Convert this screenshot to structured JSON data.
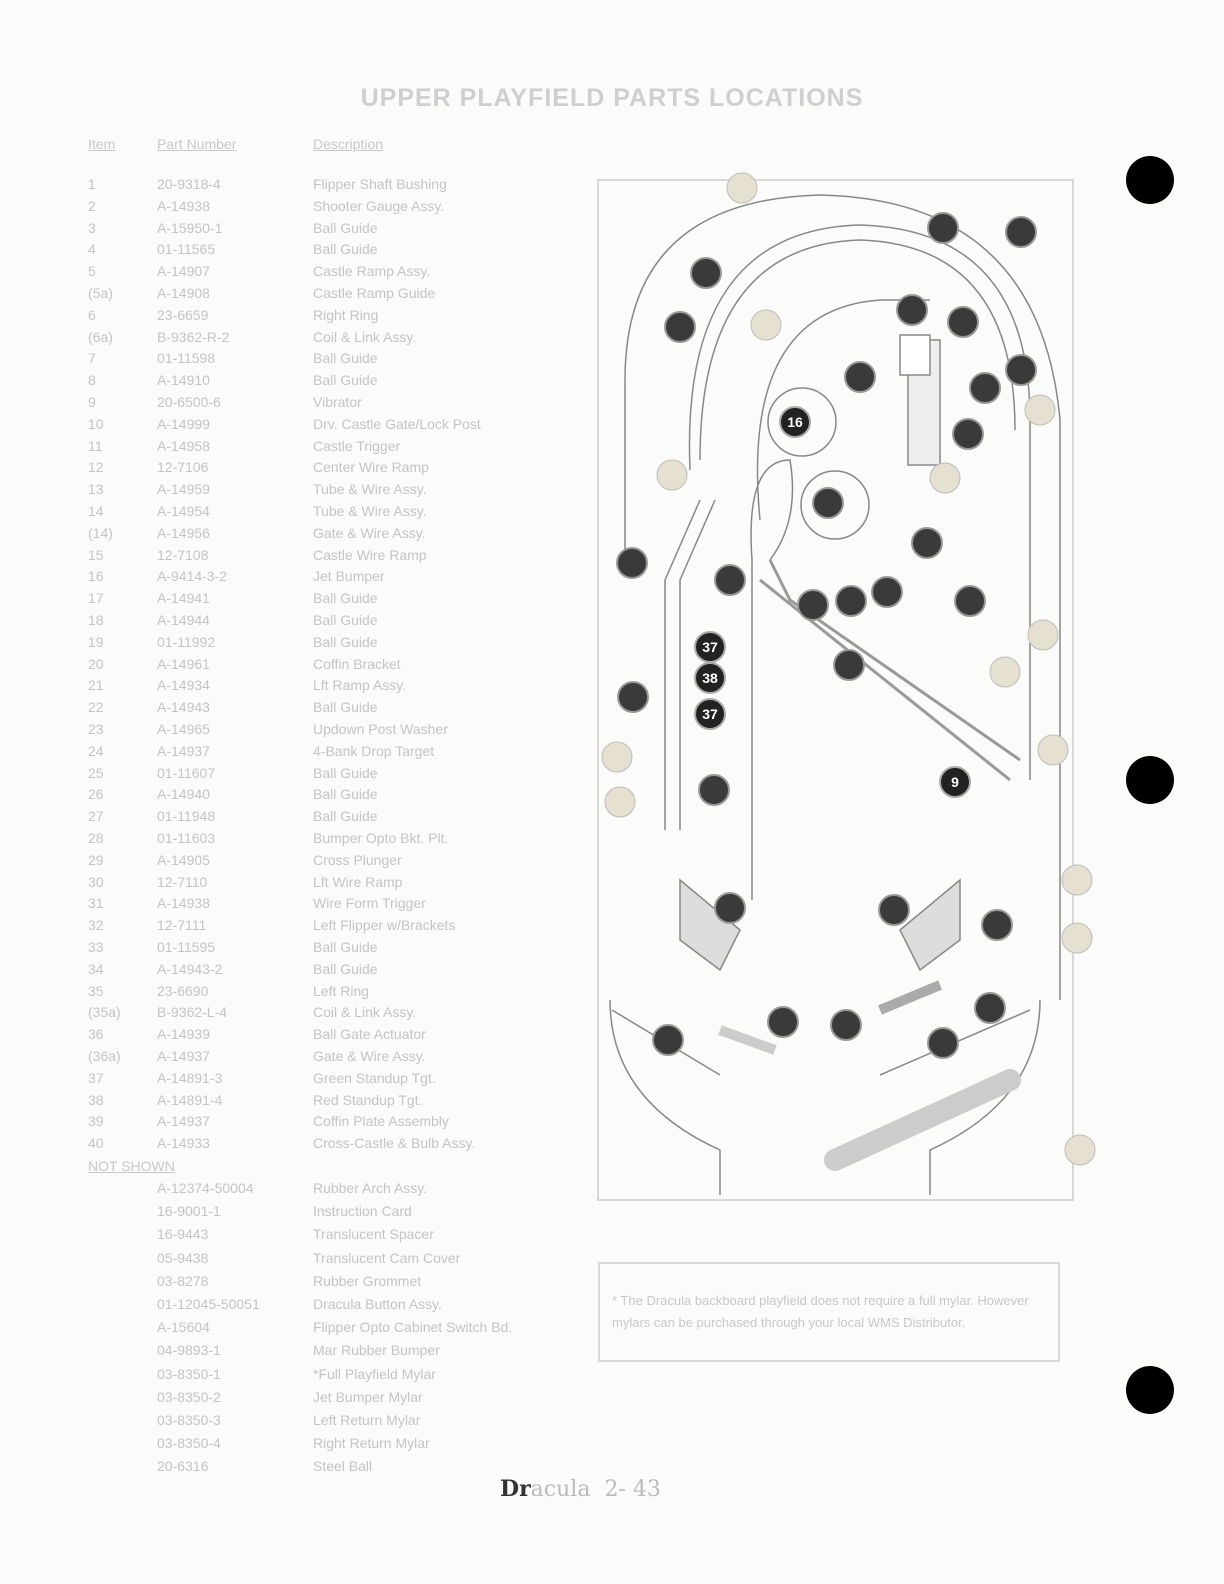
{
  "title": "UPPER PLAYFIELD PARTS LOCATIONS",
  "table": {
    "headers": {
      "item": "Item",
      "part": "Part Number",
      "desc": "Description"
    },
    "rows": [
      {
        "item": "1",
        "part": "20-9318-4",
        "desc": "Flipper Shaft Bushing"
      },
      {
        "item": "2",
        "part": "A-14938",
        "desc": "Shooter Gauge Assy."
      },
      {
        "item": "3",
        "part": "A-15950-1",
        "desc": "Ball Guide"
      },
      {
        "item": "4",
        "part": "01-11565",
        "desc": "Ball Guide"
      },
      {
        "item": "5",
        "part": "A-14907",
        "desc": "Castle Ramp Assy."
      },
      {
        "item": "(5a)",
        "part": "A-14908",
        "desc": "Castle Ramp Guide"
      },
      {
        "item": "6",
        "part": "23-6659",
        "desc": "Right Ring"
      },
      {
        "item": "(6a)",
        "part": "B-9362-R-2",
        "desc": "Coil & Link Assy."
      },
      {
        "item": "7",
        "part": "01-11598",
        "desc": "Ball Guide"
      },
      {
        "item": "8",
        "part": "A-14910",
        "desc": "Ball Guide"
      },
      {
        "item": "9",
        "part": "20-6500-6",
        "desc": "Vibrator"
      },
      {
        "item": "10",
        "part": "A-14999",
        "desc": "Drv. Castle Gate/Lock Post"
      },
      {
        "item": "11",
        "part": "A-14958",
        "desc": "Castle Trigger"
      },
      {
        "item": "12",
        "part": "12-7106",
        "desc": "Center Wire Ramp"
      },
      {
        "item": "13",
        "part": "A-14959",
        "desc": "Tube & Wire Assy."
      },
      {
        "item": "14",
        "part": "A-14954",
        "desc": "Tube & Wire Assy."
      },
      {
        "item": "(14)",
        "part": "A-14956",
        "desc": "Gate & Wire Assy."
      },
      {
        "item": "15",
        "part": "12-7108",
        "desc": "Castle Wire Ramp"
      },
      {
        "item": "16",
        "part": "A-9414-3-2",
        "desc": "Jet Bumper"
      },
      {
        "item": "17",
        "part": "A-14941",
        "desc": "Ball Guide"
      },
      {
        "item": "18",
        "part": "A-14944",
        "desc": "Ball Guide"
      },
      {
        "item": "19",
        "part": "01-11992",
        "desc": "Ball Guide"
      },
      {
        "item": "20",
        "part": "A-14961",
        "desc": "Coffin Bracket"
      },
      {
        "item": "21",
        "part": "A-14934",
        "desc": "Lft Ramp Assy."
      },
      {
        "item": "22",
        "part": "A-14943",
        "desc": "Ball Guide"
      },
      {
        "item": "23",
        "part": "A-14965",
        "desc": "Updown Post Washer"
      },
      {
        "item": "24",
        "part": "A-14937",
        "desc": "4-Bank Drop Target"
      },
      {
        "item": "25",
        "part": "01-11607",
        "desc": "Ball Guide"
      },
      {
        "item": "26",
        "part": "A-14940",
        "desc": "Ball Guide"
      },
      {
        "item": "27",
        "part": "01-11948",
        "desc": "Ball Guide"
      },
      {
        "item": "28",
        "part": "01-11603",
        "desc": "Bumper Opto Bkt. Plt."
      },
      {
        "item": "29",
        "part": "A-14905",
        "desc": "Cross Plunger"
      },
      {
        "item": "30",
        "part": "12-7110",
        "desc": "Lft Wire Ramp"
      },
      {
        "item": "31",
        "part": "A-14938",
        "desc": "Wire Form Trigger"
      },
      {
        "item": "32",
        "part": "12-7111",
        "desc": "Left Flipper w/Brackets"
      },
      {
        "item": "33",
        "part": "01-11595",
        "desc": "Ball Guide"
      },
      {
        "item": "34",
        "part": "A-14943-2",
        "desc": "Ball Guide"
      },
      {
        "item": "35",
        "part": "23-6690",
        "desc": "Left Ring"
      },
      {
        "item": "(35a)",
        "part": "B-9362-L-4",
        "desc": "Coil & Link Assy."
      },
      {
        "item": "36",
        "part": "A-14939",
        "desc": "Ball Gate Actuator"
      },
      {
        "item": "(36a)",
        "part": "A-14937",
        "desc": "Gate & Wire Assy."
      },
      {
        "item": "37",
        "part": "A-14891-3",
        "desc": "Green Standup Tgt."
      },
      {
        "item": "38",
        "part": "A-14891-4",
        "desc": "Red Standup Tgt."
      },
      {
        "item": "39",
        "part": "A-14937",
        "desc": "Coffin Plate Assembly"
      },
      {
        "item": "40",
        "part": "A-14933",
        "desc": "Cross-Castle & Bulb Assy."
      }
    ]
  },
  "not_shown": {
    "heading": "NOT SHOWN",
    "rows": [
      {
        "part": "A-12374-50004",
        "desc": "Rubber Arch Assy."
      },
      {
        "part": "16-9001-1",
        "desc": "Instruction Card"
      },
      {
        "part": "16-9443",
        "desc": "Translucent Spacer"
      },
      {
        "part": "05-9438",
        "desc": "Translucent Cam Cover"
      },
      {
        "part": "03-8278",
        "desc": "Rubber Grommet"
      },
      {
        "part": "01-12045-50051",
        "desc": "Dracula Button Assy."
      },
      {
        "part": "A-15604",
        "desc": "Flipper Opto Cabinet Switch Bd."
      },
      {
        "part": "04-9893-1",
        "desc": "Mar Rubber Bumper"
      },
      {
        "part": "03-8350-1",
        "desc": "*Full Playfield Mylar"
      },
      {
        "part": "03-8350-2",
        "desc": "Jet Bumper Mylar"
      },
      {
        "part": "03-8350-3",
        "desc": "Left Return Mylar"
      },
      {
        "part": "03-8350-4",
        "desc": "Right Return Mylar"
      },
      {
        "part": "20-6316",
        "desc": "Steel Ball"
      }
    ]
  },
  "diagram": {
    "callouts": [
      "16",
      "37",
      "38",
      "37",
      "9"
    ]
  },
  "note": "* The Dracula backboard playfield does not require a full mylar. However mylars can be purchased through your local WMS Distributor.",
  "footer": {
    "logo": "Dr",
    "rest": "acula",
    "page": "2- 43"
  },
  "colors": {
    "callout": "#3a3a3a",
    "ink": "#c4c4c4",
    "lamp": "#e6e0d0"
  }
}
